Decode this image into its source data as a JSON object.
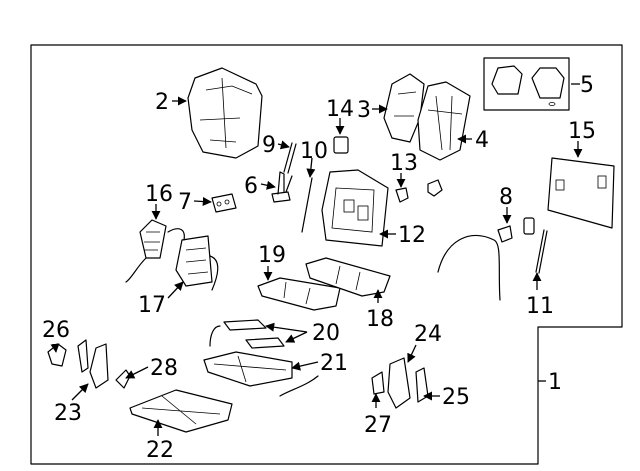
{
  "callouts": {
    "c1": "1",
    "c2": "2",
    "c3": "3",
    "c4": "4",
    "c5": "5",
    "c6": "6",
    "c7": "7",
    "c8": "8",
    "c9": "9",
    "c10": "10",
    "c11": "11",
    "c12": "12",
    "c13": "13",
    "c14": "14",
    "c15": "15",
    "c16": "16",
    "c17": "17",
    "c18": "18",
    "c19": "19",
    "c20": "20",
    "c21": "21",
    "c22": "22",
    "c23": "23",
    "c24": "24",
    "c25": "25",
    "c26": "26",
    "c27": "27",
    "c28": "28"
  },
  "colors": {
    "line": "#000000",
    "background": "#ffffff"
  }
}
